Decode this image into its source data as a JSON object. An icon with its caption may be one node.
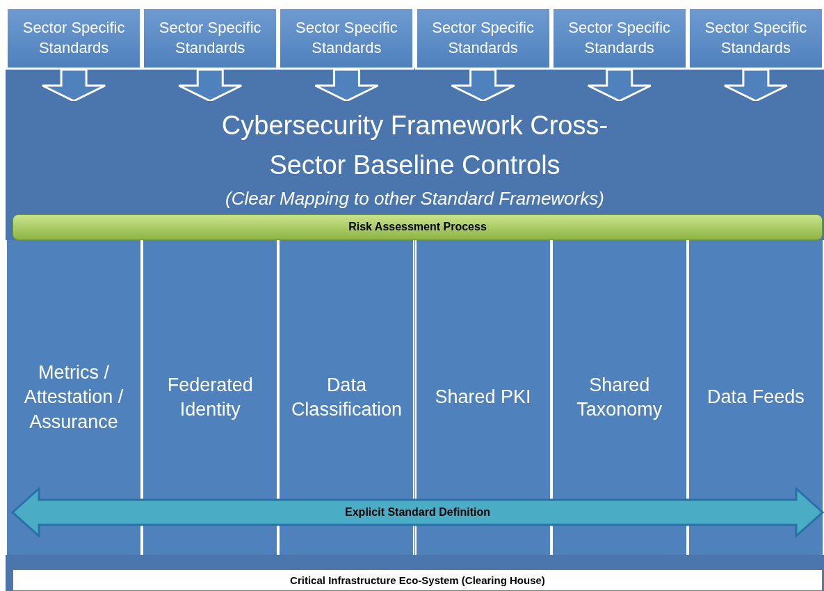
{
  "diagram": {
    "nodes": [
      {
        "text": [
          "Sector Specific Standards"
        ]
      },
      {
        "text": [
          "Sector Specific Standards"
        ]
      },
      {
        "text": [
          "Sector Specific Standards"
        ]
      },
      {
        "text": [
          "Sector Specific Standards"
        ]
      },
      {
        "text": [
          "Sector Specific Standards"
        ]
      },
      {
        "text": [
          "Sector Specific Standards"
        ]
      },
      {
        "text": [
          "Cybersecurity Framework Cross-Sector Baseline Controls",
          "(Clear Mapping to other Standard Frameworks)"
        ]
      },
      {
        "text": [
          "Risk Assessment Process"
        ]
      },
      {
        "text": [
          "Metrics / Attestation / Assurance"
        ]
      },
      {
        "text": [
          "Federated Identity"
        ]
      },
      {
        "text": [
          "Data Classification"
        ]
      },
      {
        "text": [
          "Shared PKI"
        ]
      },
      {
        "text": [
          "Shared Taxonomy"
        ]
      },
      {
        "text": [
          "Data Feeds"
        ]
      },
      {
        "text": [
          "Explicit Standard Definition"
        ]
      },
      {
        "text": [
          "Critical Infrastructure Eco-System (Clearing House)"
        ]
      }
    ],
    "edges": [
      {
        "from": 0,
        "to": 6,
        "arrow": "to"
      },
      {
        "from": 1,
        "to": 6,
        "arrow": "to"
      },
      {
        "from": 2,
        "to": 6,
        "arrow": "to"
      },
      {
        "from": 3,
        "to": 6,
        "arrow": "to"
      },
      {
        "from": 4,
        "to": 6,
        "arrow": "to"
      },
      {
        "from": 5,
        "to": 6,
        "arrow": "to"
      }
    ]
  }
}
